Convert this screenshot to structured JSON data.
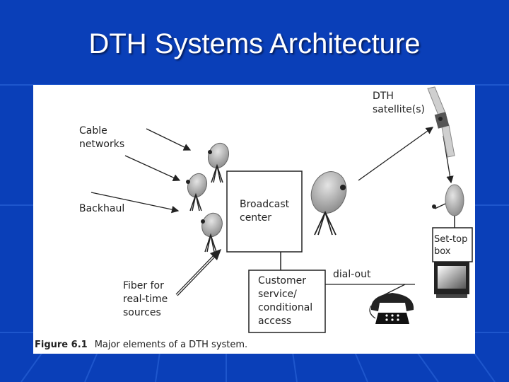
{
  "slide": {
    "title": "DTH Systems Architecture"
  },
  "diagram": {
    "labels": {
      "cable_networks": "Cable\nnetworks",
      "backhaul": "Backhaul",
      "fiber": "Fiber for\nreal-time\nsources",
      "broadcast_center": "Broadcast\ncenter",
      "customer_service": "Customer\nservice/\nconditional\naccess",
      "dial_out": "dial-out",
      "dth_satellite": "DTH\nsatellite(s)",
      "set_top_box": "Set-top\nbox"
    },
    "caption": {
      "number": "Figure 6.1",
      "text": "Major elements of a DTH system."
    }
  },
  "colors": {
    "background": "#0a3fb8",
    "title": "#ffffff",
    "figure_bg": "#ffffff"
  }
}
